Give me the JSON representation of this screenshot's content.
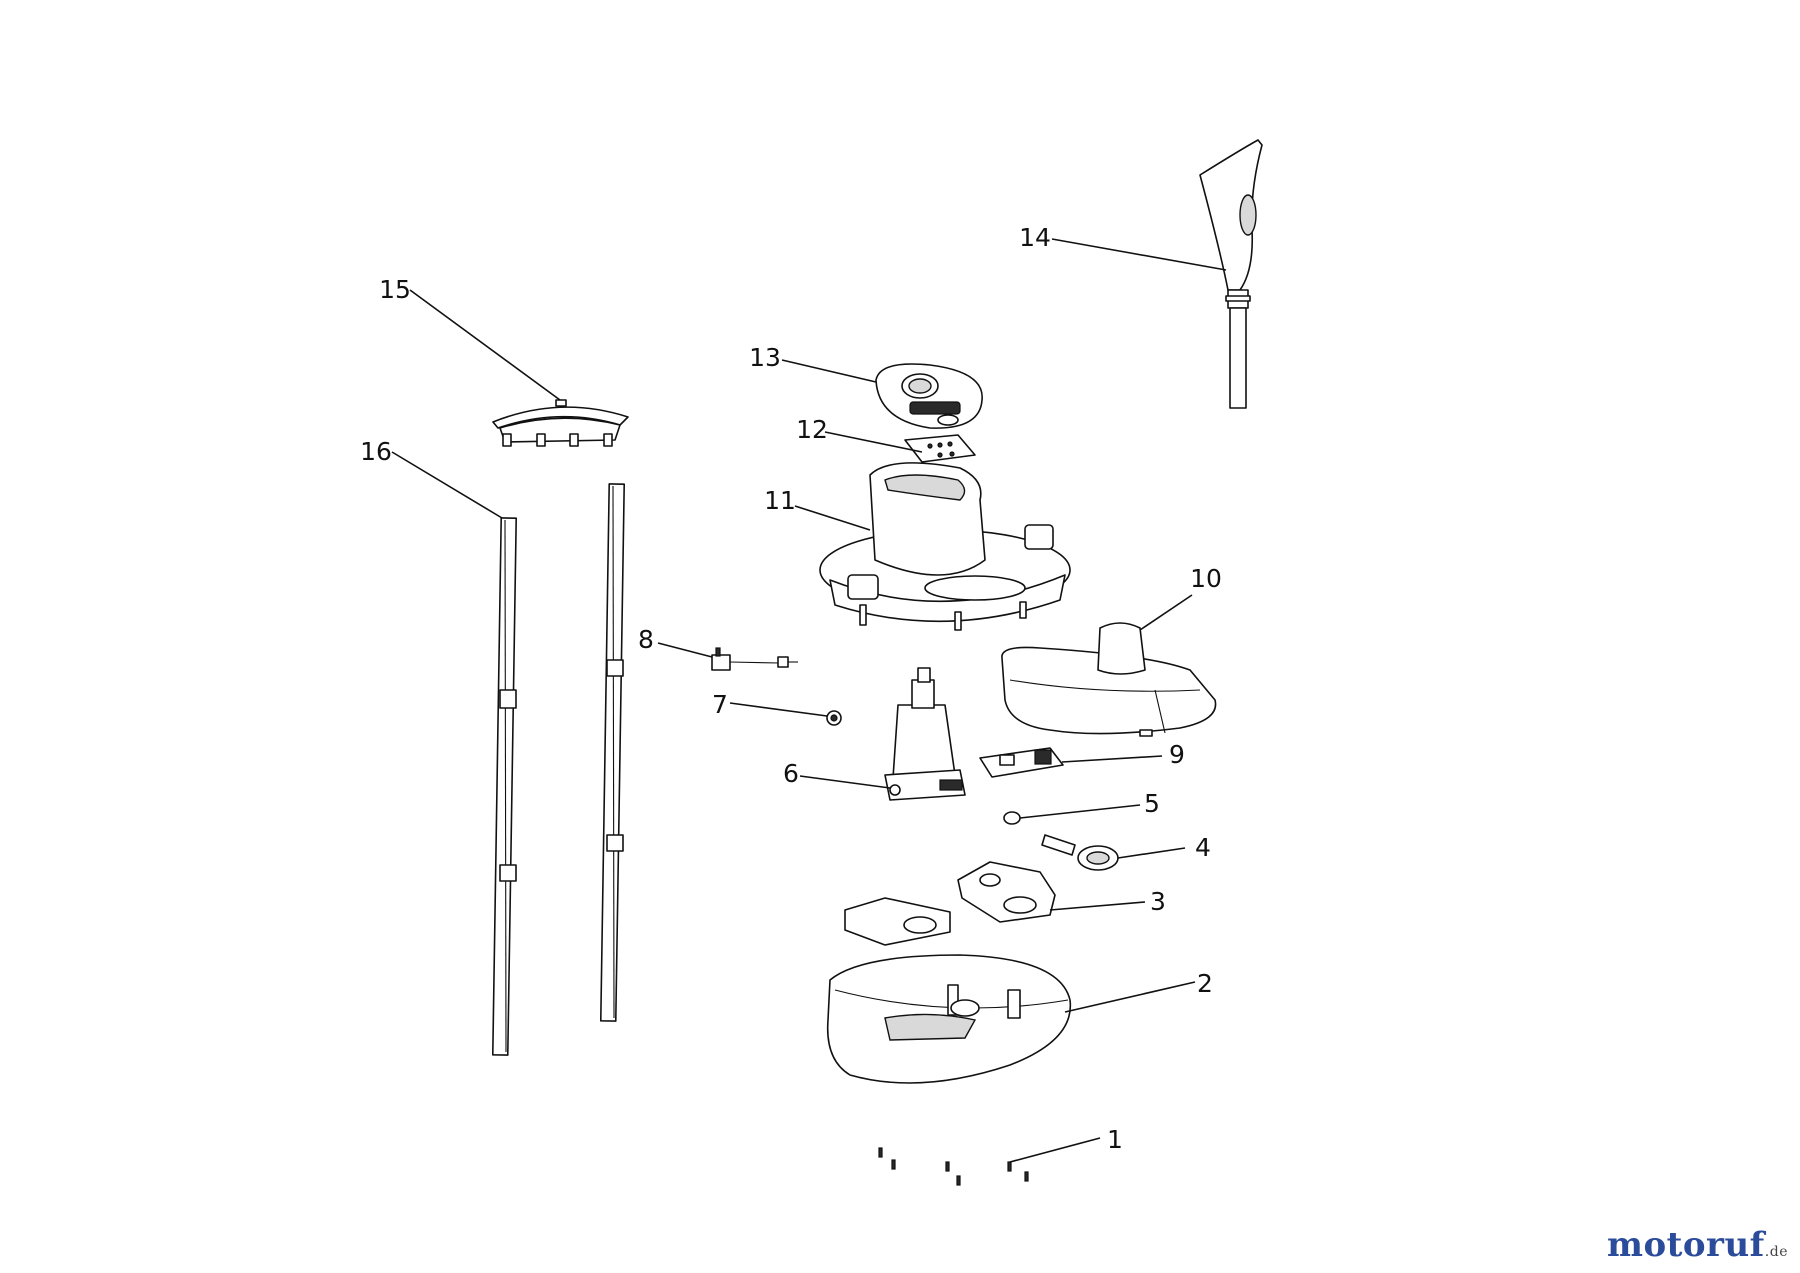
{
  "diagram": {
    "callouts": [
      {
        "id": "1",
        "label": "1"
      },
      {
        "id": "2",
        "label": "2"
      },
      {
        "id": "3",
        "label": "3"
      },
      {
        "id": "4",
        "label": "4"
      },
      {
        "id": "5",
        "label": "5"
      },
      {
        "id": "6",
        "label": "6"
      },
      {
        "id": "7",
        "label": "7"
      },
      {
        "id": "8",
        "label": "8"
      },
      {
        "id": "9",
        "label": "9"
      },
      {
        "id": "10",
        "label": "10"
      },
      {
        "id": "11",
        "label": "11"
      },
      {
        "id": "12",
        "label": "12"
      },
      {
        "id": "13",
        "label": "13"
      },
      {
        "id": "14",
        "label": "14"
      },
      {
        "id": "15",
        "label": "15"
      },
      {
        "id": "16",
        "label": "16"
      }
    ]
  },
  "watermark": {
    "brand": "motoruf",
    "suffix": ".de"
  }
}
